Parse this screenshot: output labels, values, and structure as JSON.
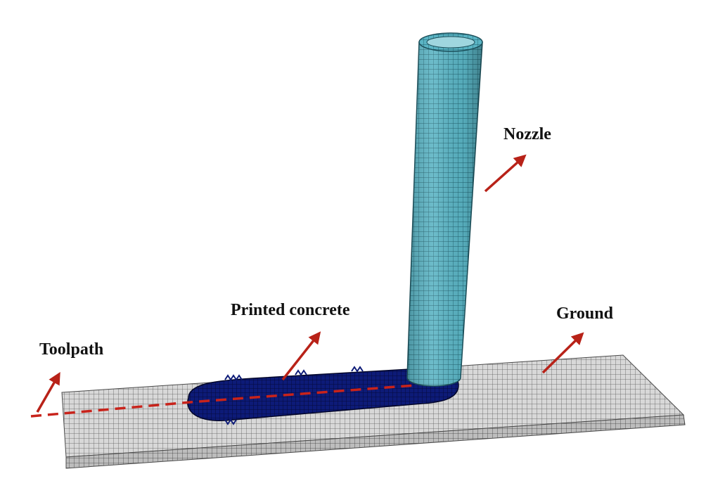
{
  "labels": {
    "nozzle": "Nozzle",
    "printed_concrete": "Printed concrete",
    "ground": "Ground",
    "toolpath": "Toolpath"
  },
  "colors": {
    "nozzle_fill": "#5ab4c4",
    "nozzle_mesh": "#1f5f6c",
    "concrete_fill": "#0d1b78",
    "concrete_mesh": "#05093a",
    "ground_fill": "#d8d8d8",
    "ground_mesh": "#5a5a5a",
    "arrow": "#b82218",
    "toolpath": "#c8231b"
  },
  "icons": {
    "arrow": "arrow-icon"
  }
}
